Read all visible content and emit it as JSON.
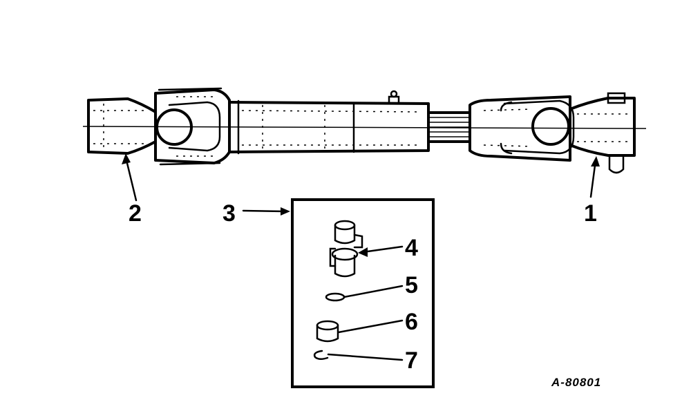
{
  "callouts": {
    "c1": "1",
    "c2": "2",
    "c3": "3",
    "c4": "4",
    "c5": "5",
    "c6": "6",
    "c7": "7"
  },
  "figure_code": "A-80801",
  "colors": {
    "ink": "#000000",
    "paper": "#ffffff"
  }
}
